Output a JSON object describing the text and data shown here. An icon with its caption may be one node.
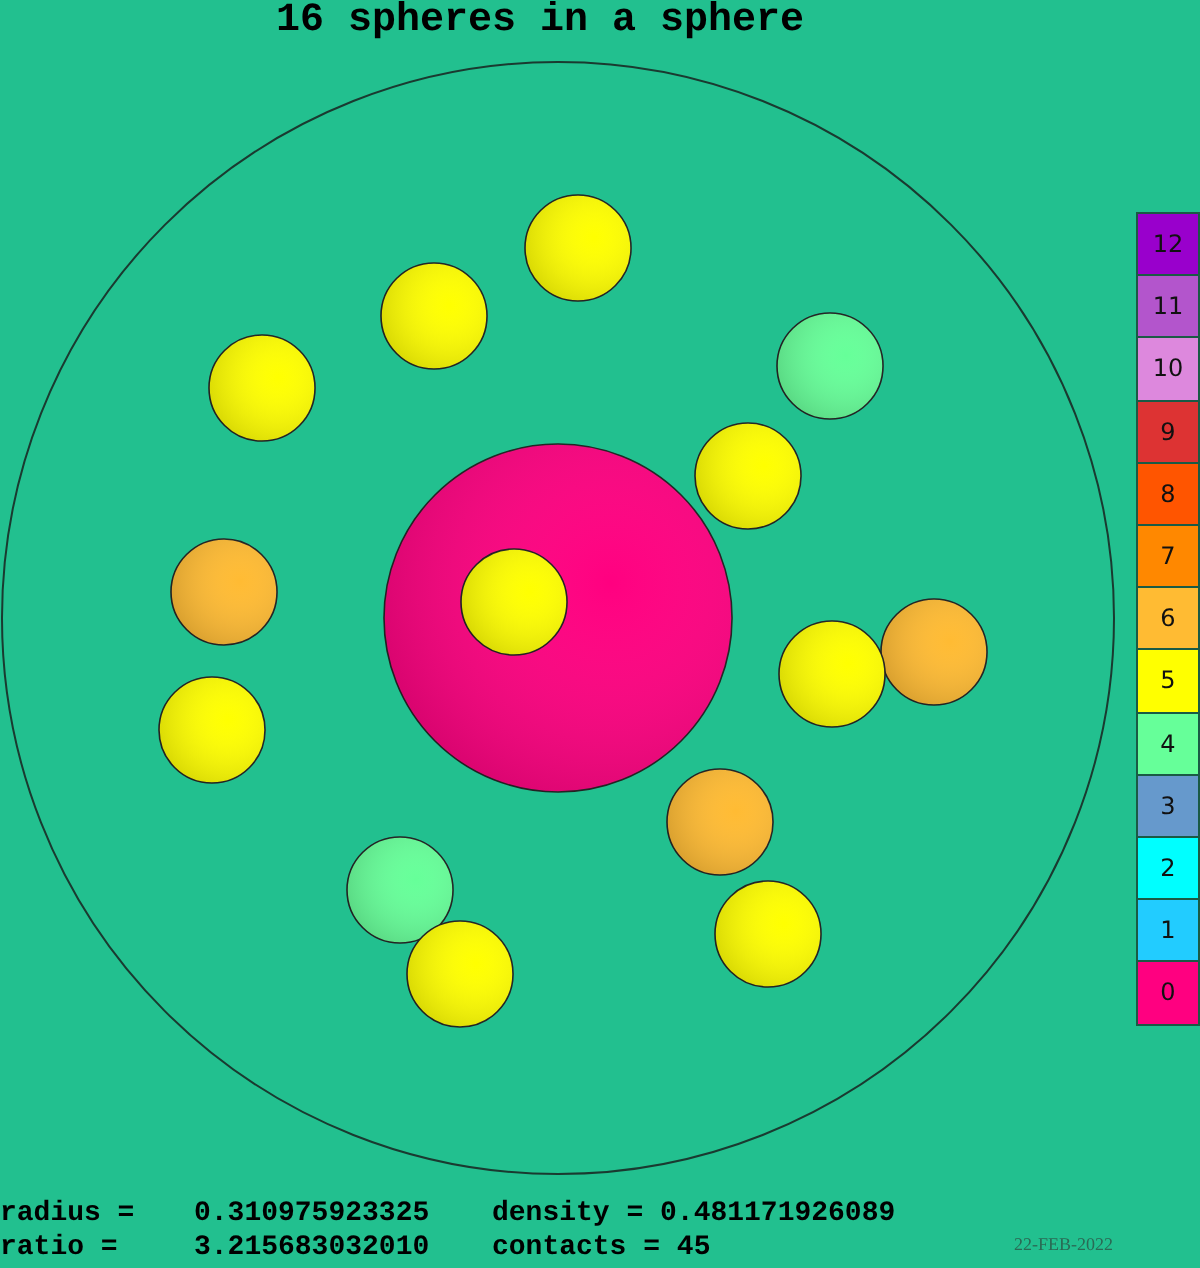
{
  "diagram": {
    "title": "16 spheres in a sphere",
    "labels": [
      "radius =",
      "0.310975923325",
      "density = 0.481171926089",
      "ratio =",
      "3.215683032010",
      "contacts = 45",
      "22-FEB-2022"
    ],
    "legend": [
      {
        "text": "12",
        "color": "#9900cc"
      },
      {
        "text": "11",
        "color": "#b355cc"
      },
      {
        "text": "10",
        "color": "#dd88dd"
      },
      {
        "text": "9",
        "color": "#dd3333"
      },
      {
        "text": "8",
        "color": "#ff5500"
      },
      {
        "text": "7",
        "color": "#ff8800"
      },
      {
        "text": "6",
        "color": "#ffbb33"
      },
      {
        "text": "5",
        "color": "#ffff00"
      },
      {
        "text": "4",
        "color": "#66ff99"
      },
      {
        "text": "3",
        "color": "#6699cc"
      },
      {
        "text": "2",
        "color": "#00ffff"
      },
      {
        "text": "1",
        "color": "#22ccff"
      },
      {
        "text": "0",
        "color": "#ff0080"
      }
    ]
  }
}
